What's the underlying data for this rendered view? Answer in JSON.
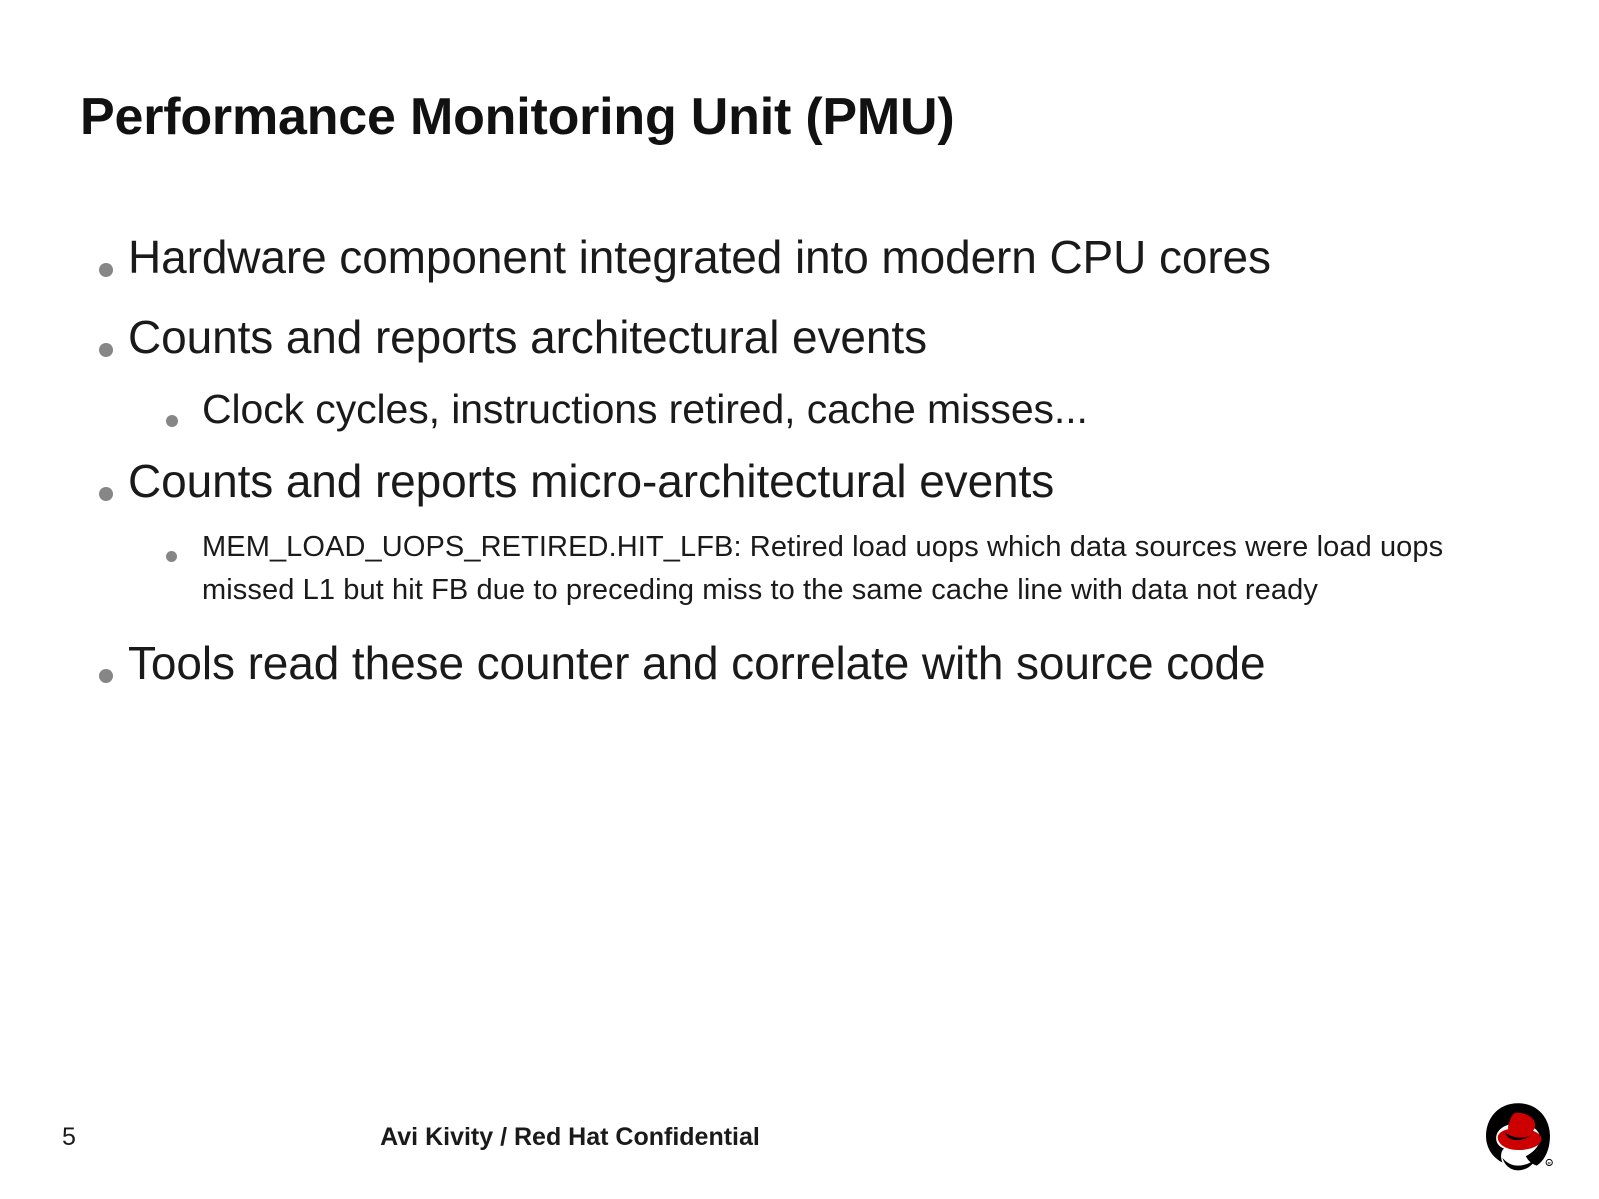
{
  "slide": {
    "title": "Performance Monitoring Unit (PMU)",
    "bullets": [
      {
        "level": 1,
        "text": "Hardware component integrated into modern CPU cores"
      },
      {
        "level": 1,
        "text": "Counts and reports architectural events"
      },
      {
        "level": 2,
        "text": "Clock cycles, instructions retired, cache misses..."
      },
      {
        "level": 1,
        "text": "Counts and reports micro-architectural events"
      },
      {
        "level": 3,
        "text": "MEM_LOAD_UOPS_RETIRED.HIT_LFB: Retired load uops which data sources were load uops missed L1 but hit FB due to preceding miss to the same cache line with data not ready"
      },
      {
        "level": 1,
        "text": "Tools read these counter and correlate with source code"
      }
    ]
  },
  "footer": {
    "page_number": "5",
    "confidentiality": "Avi Kivity / Red Hat Confidential",
    "logo_name": "red-hat-shadowman-logo"
  },
  "colors": {
    "text": "#1a1a1a",
    "title": "#111111",
    "bullet_marker": "#868686",
    "logo_red": "#cc0000",
    "logo_black": "#000000",
    "background": "#ffffff"
  }
}
